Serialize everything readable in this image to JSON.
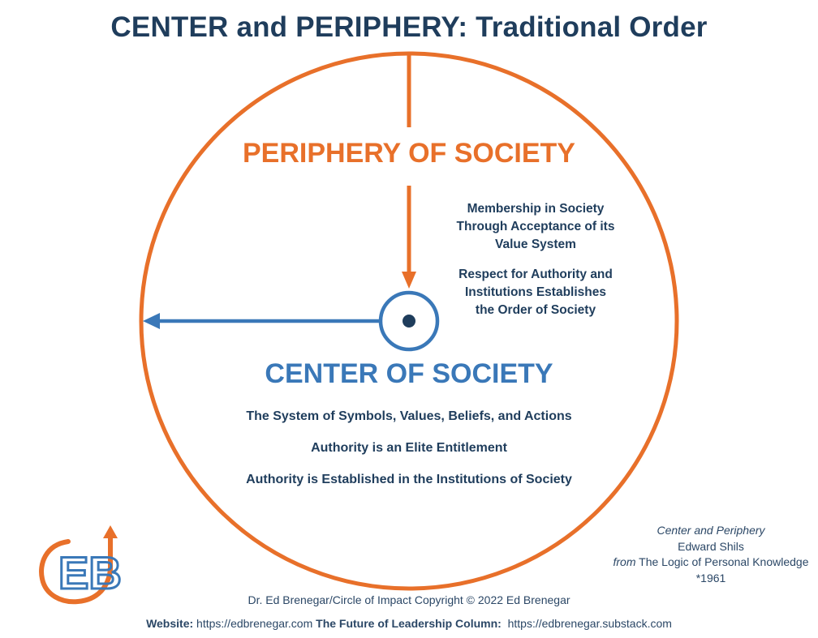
{
  "title": "CENTER and PERIPHERY: Traditional Order",
  "periphery": {
    "heading": "PERIPHERY OF SOCIETY",
    "notes": [
      [
        "Membership in Society",
        "Through Acceptance of its",
        "Value System"
      ],
      [
        "Respect for Authority and",
        "Institutions Establishes",
        "the Order of Society"
      ]
    ]
  },
  "center": {
    "heading": "CENTER OF SOCIETY",
    "lines": [
      "The System of Symbols, Values, Beliefs, and Actions",
      "Authority is an Elite Entitlement",
      "Authority is Established in the Institutions of Society"
    ]
  },
  "citation": {
    "work": "Center and Periphery",
    "author": "Edward Shils",
    "from_prefix": "from",
    "book": "The Logic of Personal Knowledge",
    "year": "*1961"
  },
  "copyright": "Dr. Ed Brenegar/Circle of Impact Copyright © 2022 Ed Brenegar",
  "footer": {
    "website_label": "Website:",
    "website_url": "https://edbrenegar.com",
    "column_label": "The Future of Leadership Column:",
    "column_url": "https://edbrenegar.substack.com"
  },
  "logo": {
    "letters": "EB",
    "icon": "eb-logo-icon"
  },
  "colors": {
    "orange": "#e8702a",
    "blue": "#3a78b8",
    "navy": "#1f3d5c",
    "dark_dot": "#1f3d5c"
  }
}
